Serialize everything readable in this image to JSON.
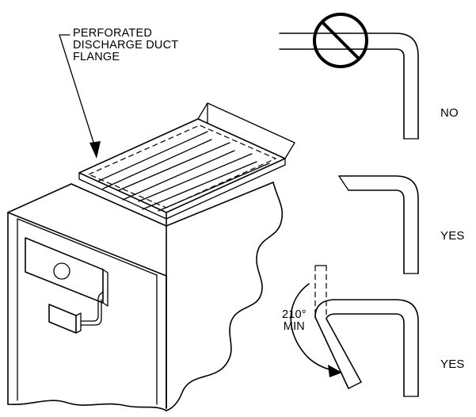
{
  "callout": {
    "lines": [
      "PERFORATED",
      "DISCHARGE DUCT",
      "FLANGE"
    ]
  },
  "bend_examples": [
    {
      "verdict": "NO"
    },
    {
      "verdict": "YES"
    },
    {
      "verdict": "YES"
    }
  ],
  "angle_note": {
    "value": "210°",
    "qualifier": "MIN"
  },
  "colors": {
    "ink": "#000000",
    "background": "#ffffff"
  },
  "icons": [
    "prohibited-icon",
    "bend-direction-arrow"
  ]
}
